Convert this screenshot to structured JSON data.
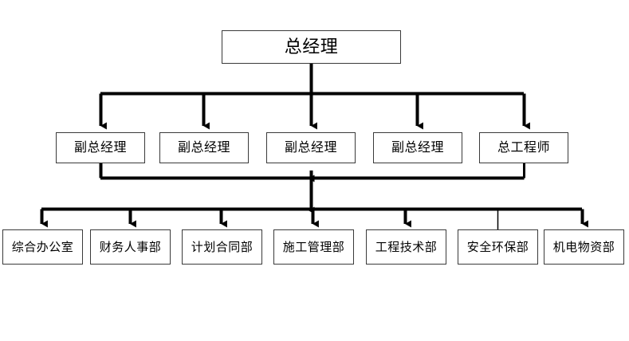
{
  "diagram": {
    "type": "organization-chart",
    "title": "",
    "colors": {
      "box_border": "#3a3a3a",
      "connector": "#000000",
      "background": "#ffffff",
      "text": "#000000"
    },
    "levels": [
      {
        "level": 1,
        "nodes": [
          {
            "id": "gm",
            "label": "总经理"
          }
        ]
      },
      {
        "level": 2,
        "nodes": [
          {
            "id": "dgm1",
            "label": "副总经理"
          },
          {
            "id": "dgm2",
            "label": "副总经理"
          },
          {
            "id": "dgm3",
            "label": "副总经理"
          },
          {
            "id": "dgm4",
            "label": "副总经理"
          },
          {
            "id": "chief-engineer",
            "label": "总工程师"
          }
        ]
      },
      {
        "level": 3,
        "nodes": [
          {
            "id": "dept1",
            "label": "综合办公室"
          },
          {
            "id": "dept2",
            "label": "财务人事部"
          },
          {
            "id": "dept3",
            "label": "计划合同部"
          },
          {
            "id": "dept4",
            "label": "施工管理部"
          },
          {
            "id": "dept5",
            "label": "工程技术部"
          },
          {
            "id": "dept6",
            "label": "安全环保部"
          },
          {
            "id": "dept7",
            "label": "机电物资部"
          }
        ]
      }
    ]
  }
}
